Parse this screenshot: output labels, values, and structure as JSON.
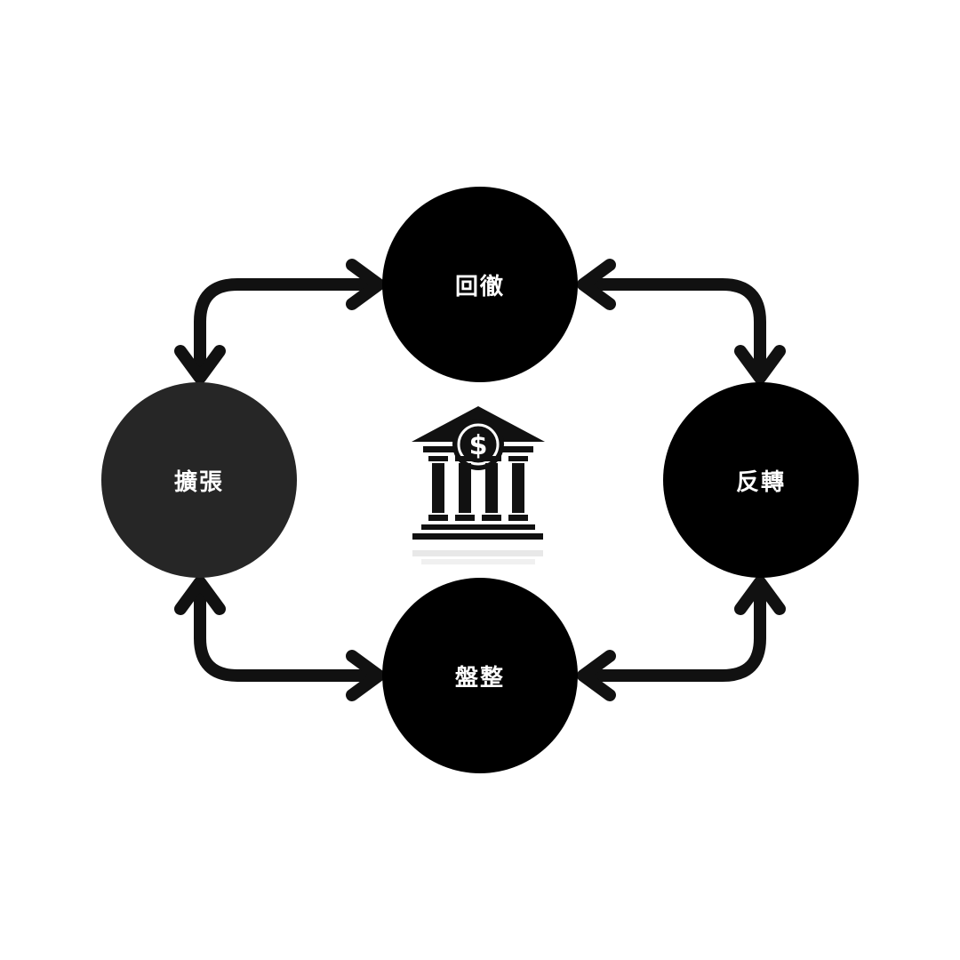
{
  "nodes": {
    "top": {
      "label": "回徹",
      "color": "#000000"
    },
    "right": {
      "label": "反轉",
      "color": "#000000"
    },
    "bottom": {
      "label": "盤整",
      "color": "#000000"
    },
    "left": {
      "label": "擴張",
      "color": "#262626"
    }
  },
  "center_icon": "bank-dollar-icon",
  "colors": {
    "connector": "#000000",
    "background": "#ffffff"
  }
}
